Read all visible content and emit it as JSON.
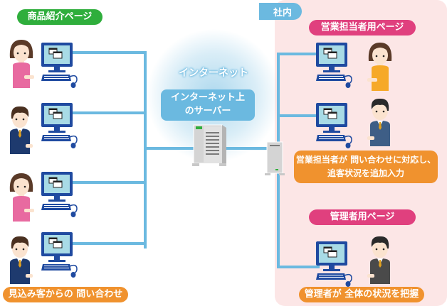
{
  "colors": {
    "wire": "#6bb9e0",
    "green_pill": "#2fae3c",
    "pink_pill": "#e0407e",
    "orange_pill": "#f0922e",
    "blue_tab": "#6bb9e0",
    "inhouse_bg": "#fce6e6",
    "internet_label": "#6bb9e0"
  },
  "left": {
    "title": "商品紹介ページ",
    "caption": "見込み客からの 問い合わせ",
    "users": [
      {
        "type": "woman-pink"
      },
      {
        "type": "man-navy"
      },
      {
        "type": "woman-pink"
      },
      {
        "type": "man-navy"
      }
    ]
  },
  "center": {
    "cloud_label": "インターネット",
    "server_label_line1": "インターネット上",
    "server_label_line2": "のサーバー"
  },
  "right": {
    "tab_label": "社内",
    "sales_title": "営業担当者用ページ",
    "sales_caption_line1": "営業担当者が 問い合わせに対応し、",
    "sales_caption_line2": "追客状況を追加入力",
    "admin_title": "管理者用ページ",
    "admin_caption": "管理者が 全体の状況を把握"
  }
}
